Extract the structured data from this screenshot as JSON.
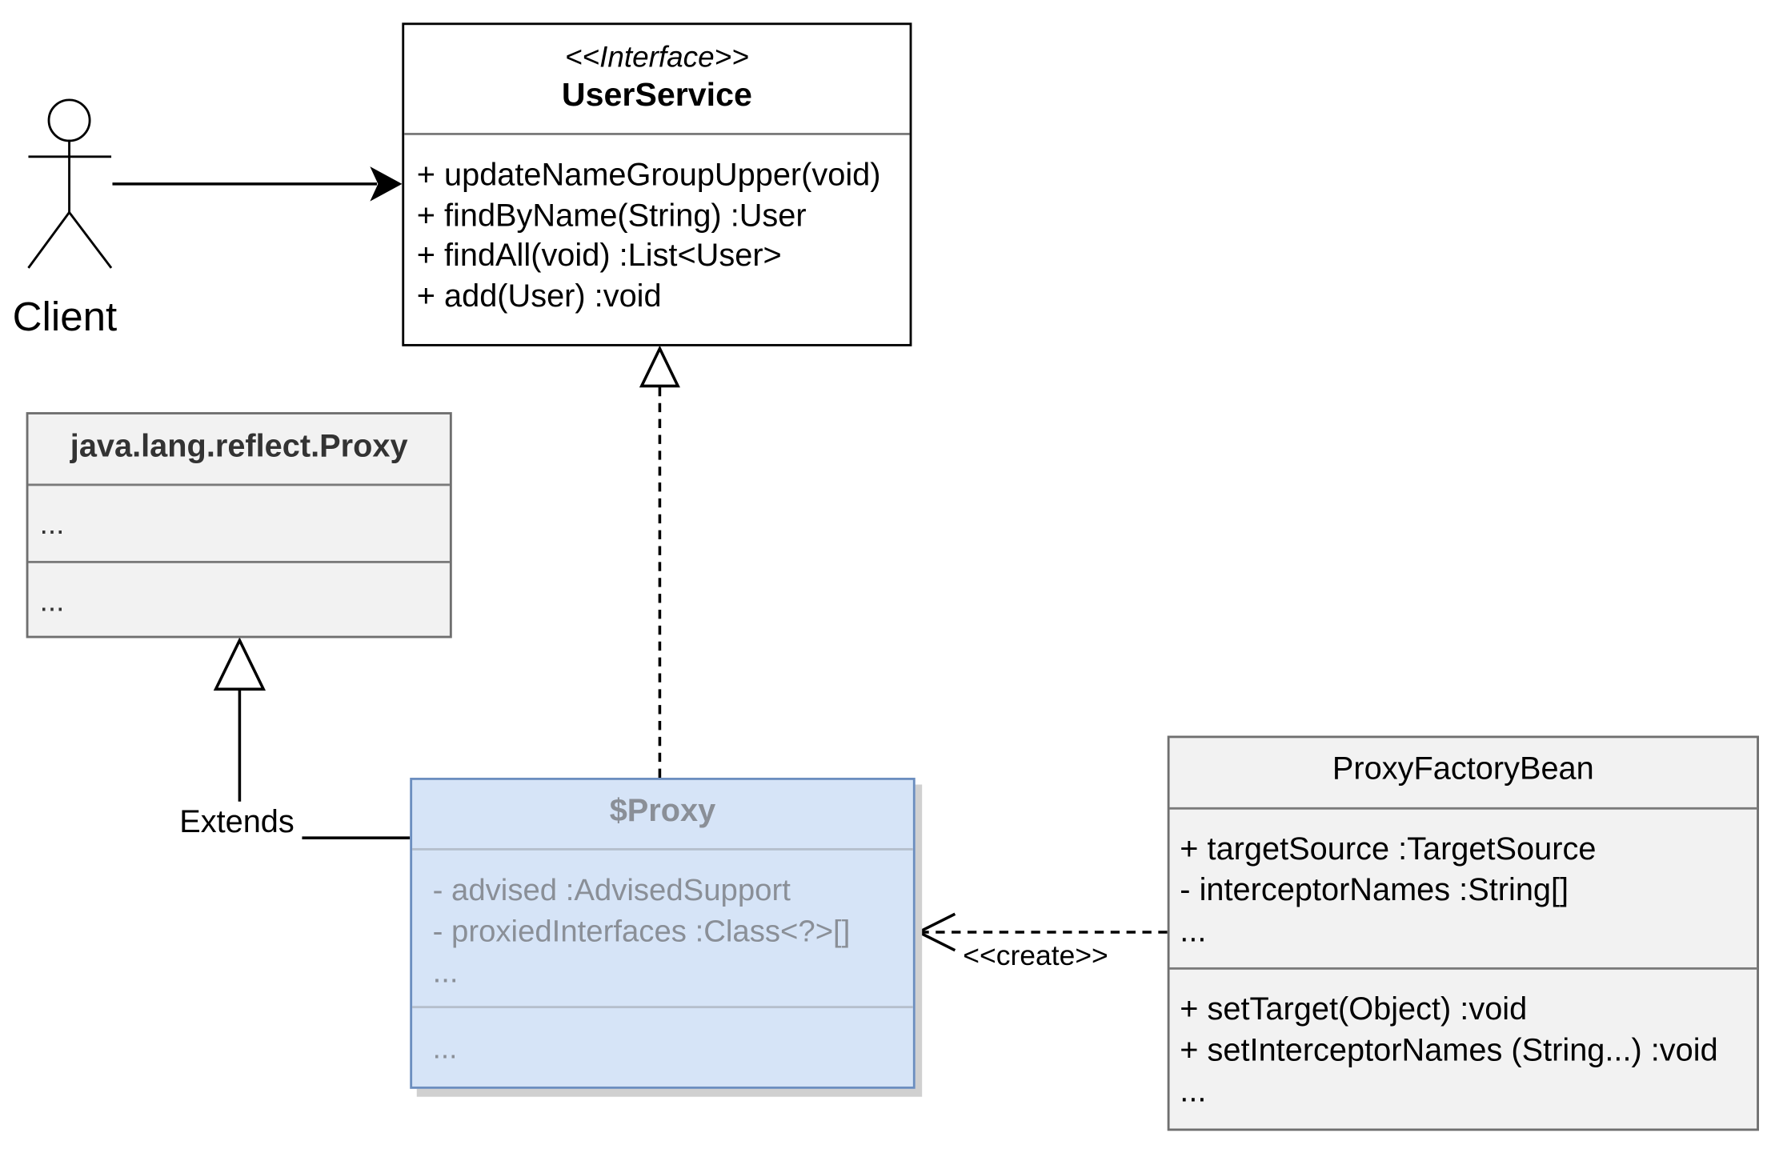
{
  "actor": {
    "label": "Client"
  },
  "user_service": {
    "stereotype": "<<Interface>>",
    "name": "UserService",
    "members": [
      "+ updateNameGroupUpper(void)",
      "+ findByName(String) :User",
      "+ findAll(void) :List<User>",
      "+ add(User) :void"
    ]
  },
  "reflect_proxy": {
    "name": "java.lang.reflect.Proxy",
    "attributes": "...",
    "methods": "..."
  },
  "dollar_proxy": {
    "name": "$Proxy",
    "attributes": [
      "- advised :AdvisedSupport",
      "- proxiedInterfaces :Class<?>[]",
      "..."
    ],
    "methods": "..."
  },
  "proxy_factory_bean": {
    "name": "ProxyFactoryBean",
    "attributes": [
      "+ targetSource :TargetSource",
      "- interceptorNames :String[]",
      "..."
    ],
    "methods": [
      "+ setTarget(Object) :void",
      "+ setInterceptorNames (String...) :void",
      "..."
    ]
  },
  "relations": {
    "extends_label": "Extends",
    "create_label": "<<create>>"
  }
}
